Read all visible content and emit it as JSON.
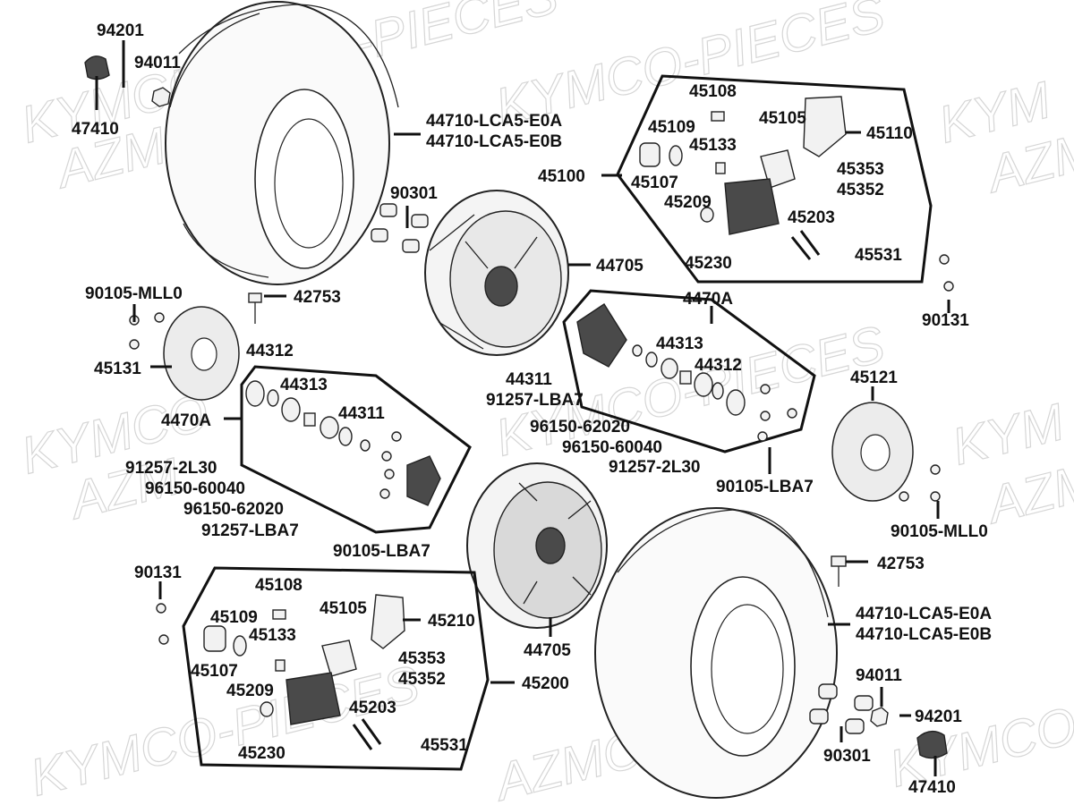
{
  "watermark": {
    "brand_line_1": "KYMCO-PIECES",
    "brand_line_2": "AZMOTORS",
    "left_top": "KYMCO",
    "left_bottom": "AZM",
    "right_top": "KYM",
    "right_bottom": "AZM"
  },
  "labels": {
    "p94201": "94201",
    "p94011": "94011",
    "p47410": "47410",
    "tire_a": "44710-LCA5-E0A",
    "tire_b": "44710-LCA5-E0B",
    "p90301": "90301",
    "p44705": "44705",
    "p90105_mll0": "90105-MLL0",
    "p42753": "42753",
    "p45131": "45131",
    "p44312": "44312",
    "p44313": "44313",
    "p4470a": "4470A",
    "p44311": "44311",
    "p91257_2l30": "91257-2L30",
    "p96150_60040": "96150-60040",
    "p96150_62020": "96150-62020",
    "p91257_lba7": "91257-LBA7",
    "p90105_lba7": "90105-LBA7",
    "p45108": "45108",
    "p45109": "45109",
    "p45105": "45105",
    "p45110": "45110",
    "p45133": "45133",
    "p45100": "45100",
    "p45107": "45107",
    "p45353": "45353",
    "p45352": "45352",
    "p45209": "45209",
    "p45203": "45203",
    "p45230": "45230",
    "p45531": "45531",
    "p90131": "90131",
    "p45121": "45121",
    "p45210": "45210",
    "p45200": "45200"
  }
}
